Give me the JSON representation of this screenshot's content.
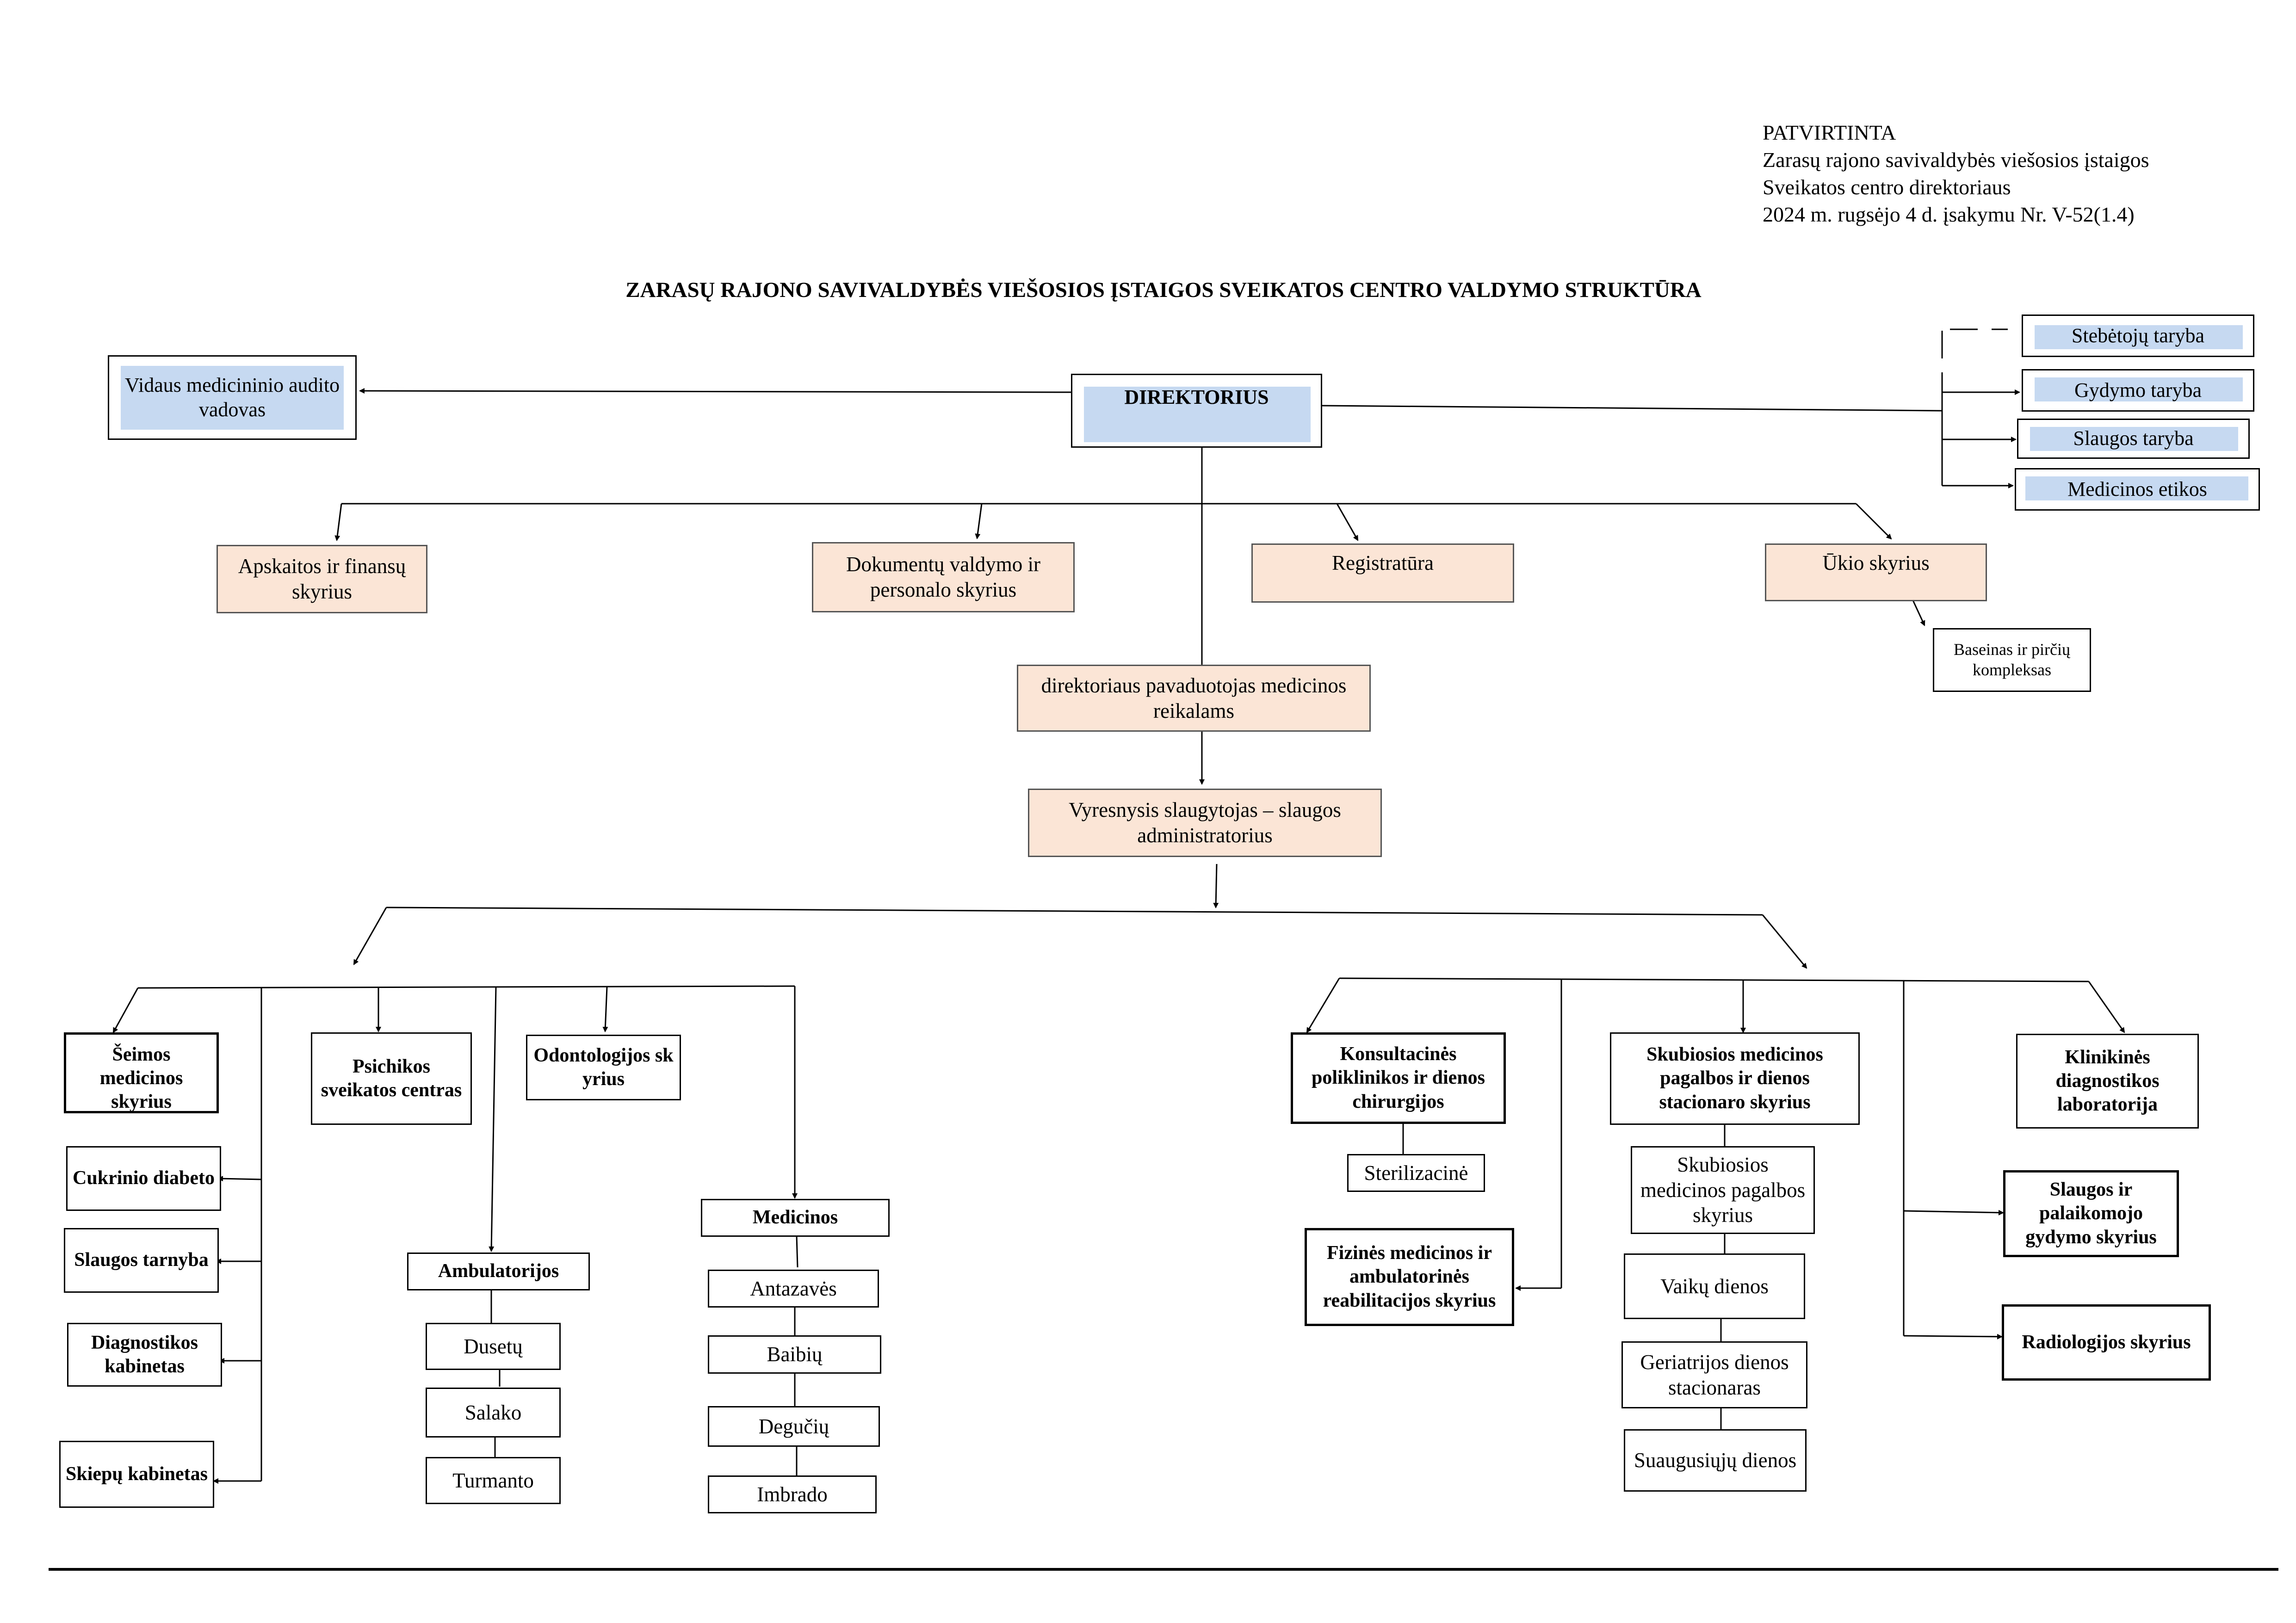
{
  "approval": {
    "line1": "PATVIRTINTA",
    "line2": "Zarasų rajono savivaldybės viešosios įstaigos",
    "line3": "Sveikatos centro direktoriaus",
    "line4": "2024 m. rugsėjo 4 d. įsakymu Nr. V-52(1.4)"
  },
  "title": "ZARASŲ RAJONO SAVIVALDYBĖS VIEŠOSIOS ĮSTAIGOS SVEIKATOS CENTRO VALDYMO STRUKTŪRA",
  "colors": {
    "blue_fill": "#c6d9f1",
    "peach_fill": "#fbe5d6",
    "line": "#000000"
  },
  "top": {
    "audit": "Vidaus medicininio audito vadovas",
    "director": "DIREKTORIUS",
    "boards": [
      "Stebėtojų taryba",
      "Gydymo taryba",
      "Slaugos taryba",
      "Medicinos etikos"
    ]
  },
  "departments": {
    "accounting": "Apskaitos ir finansų skyrius",
    "documents": "Dokumentų valdymo ir personalo skyrius",
    "registry": "Registratūra",
    "economy": "Ūkio skyrius",
    "pool": "Baseinas ir pirčių kompleksas",
    "deputy": "direktoriaus pavaduotojas medicinos reikalams",
    "head_nurse": "Vyresnysis slaugytojas – slaugos administratorius"
  },
  "left_branch": {
    "family": "Šeimos medicinos skyrius",
    "diabetes": "Cukrinio diabeto",
    "nursing": "Slaugos tarnyba",
    "diagnostics": "Diagnostikos kabinetas",
    "vaccines": "Skiepų kabinetas",
    "psych": "Psichikos sveikatos centras",
    "odonto": "Odontologijos skyrius",
    "ambulatory": "Ambulatorijos",
    "ambulatory_items": [
      "Dusetų",
      "Salako",
      "Turmanto"
    ],
    "medical": "Medicinos",
    "medical_items": [
      "Antazavės",
      "Baibių",
      "Degučių",
      "Imbrado"
    ]
  },
  "right_branch": {
    "consult": "Konsultacinės poliklinikos ir dienos chirurgijos",
    "sterilization": "Sterilizacinė",
    "physical": "Fizinės medicinos ir ambulatorinės reabilitacijos skyrius",
    "emergency": "Skubiosios medicinos pagalbos ir dienos stacionaro skyrius",
    "emergency_items": [
      "Skubiosios medicinos pagalbos skyrius",
      "Vaikų dienos",
      "Geriatrijos dienos stacionaras",
      "Suaugusiųjų dienos"
    ],
    "lab": "Klinikinės diagnostikos laboratorija",
    "nursing_care": "Slaugos ir palaikomojo gydymo skyrius",
    "radiology": "Radiologijos skyrius"
  }
}
